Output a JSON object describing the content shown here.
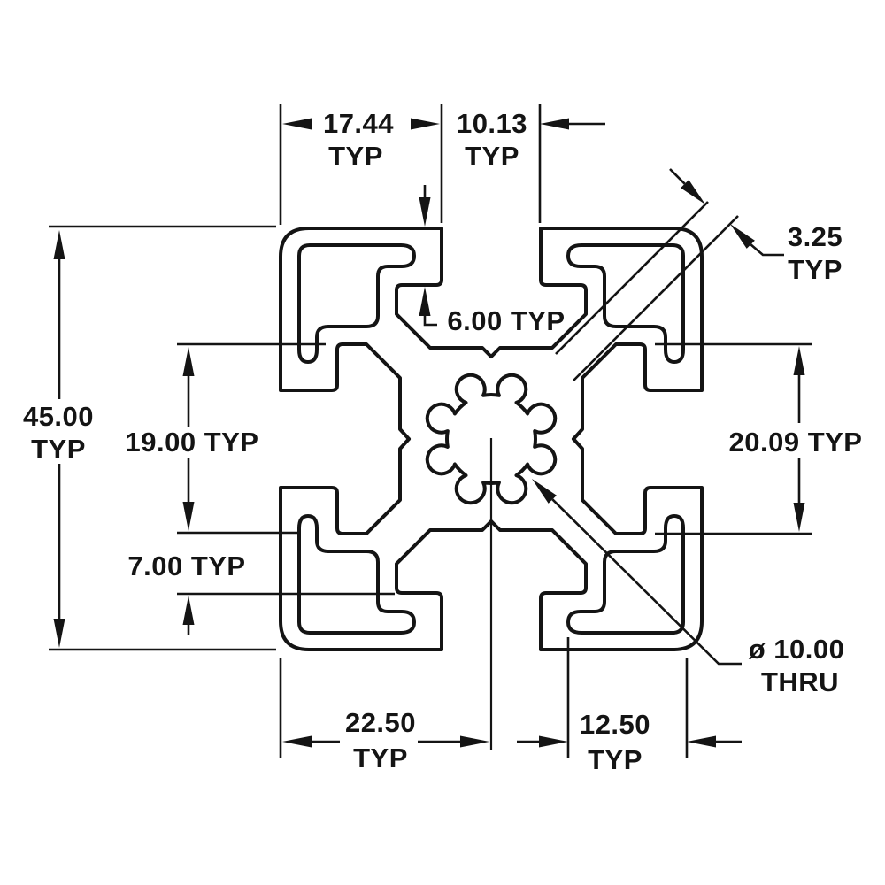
{
  "drawing": {
    "kind": "technical-cross-section",
    "subject_note": "T-slot extrusion profile with splined center bore",
    "line_color": "#141414",
    "background_color": "#ffffff",
    "dimensions": {
      "slot_offset": {
        "value": "17.44",
        "qualifier": "TYP"
      },
      "slot_opening": {
        "value": "10.13",
        "qualifier": "TYP"
      },
      "corner_radius": {
        "value": "3.25",
        "qualifier": "TYP"
      },
      "slot_depth": {
        "label": "6.00 TYP"
      },
      "overall_width": {
        "value": "45.00",
        "qualifier": "TYP"
      },
      "core_width": {
        "label": "19.00 TYP"
      },
      "cavity_width": {
        "label": "20.09 TYP"
      },
      "lip_offset": {
        "label": "7.00 TYP"
      },
      "half_width": {
        "value": "22.50",
        "qualifier": "TYP"
      },
      "edge_to_slot": {
        "value": "12.50",
        "qualifier": "TYP"
      },
      "center_bore": {
        "value": "ø 10.00",
        "qualifier": "THRU"
      }
    }
  }
}
